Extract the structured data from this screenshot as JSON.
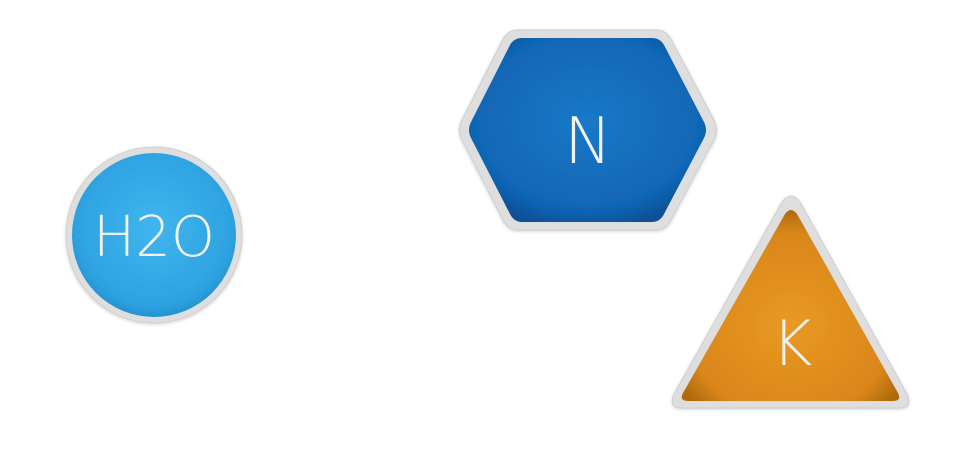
{
  "shapes": {
    "water": {
      "label": "H2O",
      "shape": "circle",
      "color": "#2ea7e6"
    },
    "nitrogen": {
      "label": "N",
      "shape": "hexagon",
      "color": "#1168b8"
    },
    "potassium": {
      "label": "K",
      "shape": "triangle",
      "color": "#dc8a18"
    }
  },
  "colors": {
    "border": "#dcdcdc",
    "text": "#f2f2f2",
    "background": "#ffffff"
  }
}
